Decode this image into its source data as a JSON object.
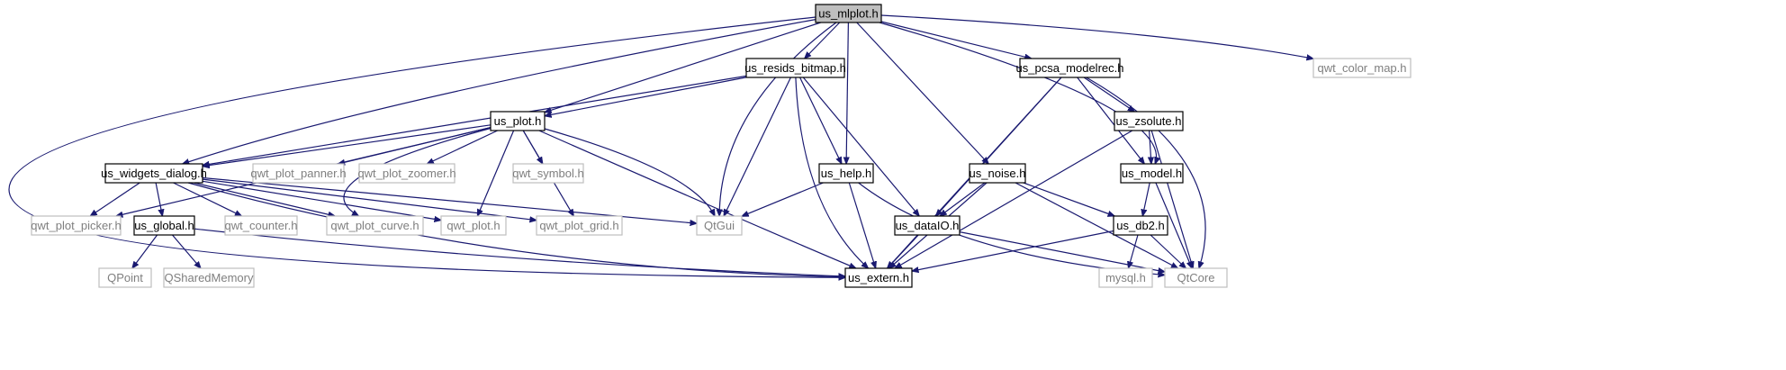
{
  "colors": {
    "edge": "#191970",
    "border_dark": "#000000",
    "border_external": "#bfbfbf",
    "fill_root": "#bfbfbf",
    "fill_node": "#ffffff",
    "text_dark": "#000000",
    "text_external": "#7f7f7f"
  },
  "nodes": [
    {
      "id": "us_mlplot",
      "label": "us_mlplot.h",
      "kind": "root"
    },
    {
      "id": "us_resids_bitmap",
      "label": "us_resids_bitmap.h",
      "kind": "local"
    },
    {
      "id": "us_pcsa_modelrec",
      "label": "us_pcsa_modelrec.h",
      "kind": "local"
    },
    {
      "id": "qwt_color_map",
      "label": "qwt_color_map.h",
      "kind": "external"
    },
    {
      "id": "us_plot",
      "label": "us_plot.h",
      "kind": "local"
    },
    {
      "id": "us_zsolute",
      "label": "us_zsolute.h",
      "kind": "local"
    },
    {
      "id": "us_widgets_dialog",
      "label": "us_widgets_dialog.h",
      "kind": "local"
    },
    {
      "id": "qwt_plot_panner",
      "label": "qwt_plot_panner.h",
      "kind": "external"
    },
    {
      "id": "qwt_plot_zoomer",
      "label": "qwt_plot_zoomer.h",
      "kind": "external"
    },
    {
      "id": "qwt_symbol",
      "label": "qwt_symbol.h",
      "kind": "external"
    },
    {
      "id": "us_help",
      "label": "us_help.h",
      "kind": "local"
    },
    {
      "id": "us_noise",
      "label": "us_noise.h",
      "kind": "local"
    },
    {
      "id": "us_model",
      "label": "us_model.h",
      "kind": "local"
    },
    {
      "id": "qwt_plot_picker",
      "label": "qwt_plot_picker.h",
      "kind": "external"
    },
    {
      "id": "us_global",
      "label": "us_global.h",
      "kind": "local"
    },
    {
      "id": "qwt_counter",
      "label": "qwt_counter.h",
      "kind": "external"
    },
    {
      "id": "qwt_plot_curve",
      "label": "qwt_plot_curve.h",
      "kind": "external"
    },
    {
      "id": "qwt_plot",
      "label": "qwt_plot.h",
      "kind": "external"
    },
    {
      "id": "qwt_plot_grid",
      "label": "qwt_plot_grid.h",
      "kind": "external"
    },
    {
      "id": "QtGui",
      "label": "QtGui",
      "kind": "external"
    },
    {
      "id": "us_dataIO",
      "label": "us_dataIO.h",
      "kind": "local"
    },
    {
      "id": "us_db2",
      "label": "us_db2.h",
      "kind": "local"
    },
    {
      "id": "QPoint",
      "label": "QPoint",
      "kind": "external"
    },
    {
      "id": "QSharedMemory",
      "label": "QSharedMemory",
      "kind": "external"
    },
    {
      "id": "us_extern",
      "label": "us_extern.h",
      "kind": "local"
    },
    {
      "id": "mysql",
      "label": "mysql.h",
      "kind": "external"
    },
    {
      "id": "QtCore",
      "label": "QtCore",
      "kind": "external"
    }
  ],
  "edges": [
    [
      "us_mlplot",
      "us_resids_bitmap"
    ],
    [
      "us_mlplot",
      "us_pcsa_modelrec"
    ],
    [
      "us_mlplot",
      "qwt_color_map"
    ],
    [
      "us_mlplot",
      "us_plot"
    ],
    [
      "us_mlplot",
      "us_widgets_dialog"
    ],
    [
      "us_mlplot",
      "us_extern"
    ],
    [
      "us_mlplot",
      "QtGui"
    ],
    [
      "us_mlplot",
      "us_help"
    ],
    [
      "us_mlplot",
      "us_noise"
    ],
    [
      "us_mlplot",
      "us_model"
    ],
    [
      "us_resids_bitmap",
      "us_plot"
    ],
    [
      "us_resids_bitmap",
      "us_widgets_dialog"
    ],
    [
      "us_resids_bitmap",
      "QtGui"
    ],
    [
      "us_resids_bitmap",
      "us_help"
    ],
    [
      "us_resids_bitmap",
      "us_dataIO"
    ],
    [
      "us_resids_bitmap",
      "us_extern"
    ],
    [
      "us_pcsa_modelrec",
      "us_zsolute"
    ],
    [
      "us_pcsa_modelrec",
      "us_model"
    ],
    [
      "us_pcsa_modelrec",
      "us_dataIO"
    ],
    [
      "us_pcsa_modelrec",
      "us_extern"
    ],
    [
      "us_pcsa_modelrec",
      "QtCore"
    ],
    [
      "us_plot",
      "us_widgets_dialog"
    ],
    [
      "us_plot",
      "qwt_plot_panner"
    ],
    [
      "us_plot",
      "qwt_plot_zoomer"
    ],
    [
      "us_plot",
      "qwt_symbol"
    ],
    [
      "us_plot",
      "qwt_plot_picker"
    ],
    [
      "us_plot",
      "qwt_plot_curve"
    ],
    [
      "us_plot",
      "qwt_plot"
    ],
    [
      "us_plot",
      "qwt_plot_grid"
    ],
    [
      "us_plot",
      "QtGui"
    ],
    [
      "us_plot",
      "us_extern"
    ],
    [
      "us_zsolute",
      "us_model"
    ],
    [
      "us_zsolute",
      "us_extern"
    ],
    [
      "us_zsolute",
      "QtCore"
    ],
    [
      "us_widgets_dialog",
      "qwt_plot_picker"
    ],
    [
      "us_widgets_dialog",
      "us_global"
    ],
    [
      "us_widgets_dialog",
      "qwt_counter"
    ],
    [
      "us_widgets_dialog",
      "qwt_plot_curve"
    ],
    [
      "us_widgets_dialog",
      "qwt_plot"
    ],
    [
      "us_widgets_dialog",
      "qwt_plot_grid"
    ],
    [
      "us_widgets_dialog",
      "QtGui"
    ],
    [
      "us_widgets_dialog",
      "us_extern"
    ],
    [
      "us_help",
      "QtGui"
    ],
    [
      "us_help",
      "us_extern"
    ],
    [
      "us_help",
      "QtCore"
    ],
    [
      "us_noise",
      "us_dataIO"
    ],
    [
      "us_noise",
      "us_db2"
    ],
    [
      "us_noise",
      "us_extern"
    ],
    [
      "us_noise",
      "QtCore"
    ],
    [
      "us_model",
      "us_db2"
    ],
    [
      "us_model",
      "QtCore"
    ],
    [
      "us_global",
      "QPoint"
    ],
    [
      "us_global",
      "QSharedMemory"
    ],
    [
      "us_global",
      "us_extern"
    ],
    [
      "us_dataIO",
      "us_extern"
    ],
    [
      "us_dataIO",
      "QtCore"
    ],
    [
      "us_db2",
      "mysql"
    ],
    [
      "us_db2",
      "QtCore"
    ],
    [
      "us_db2",
      "us_extern"
    ]
  ]
}
